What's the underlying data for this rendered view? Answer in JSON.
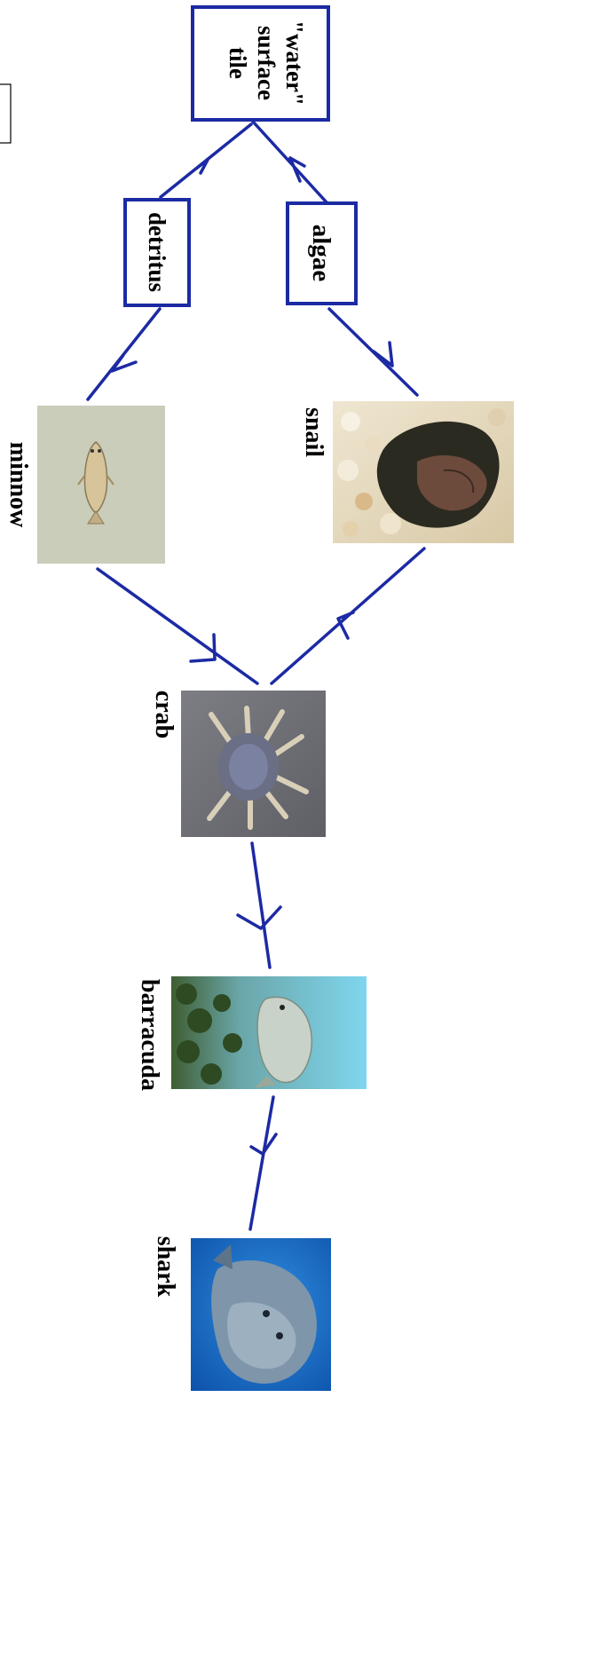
{
  "diagram": {
    "line_color": "#1c2aa3",
    "text_color": "#000000",
    "nodes": {
      "water_surface_tile": {
        "lines": [
          "\"water\"",
          "surface",
          "tile"
        ]
      },
      "algae": {
        "label": "algae"
      },
      "detritus": {
        "label": "detritus"
      },
      "snail": {
        "label": "snail",
        "photo": "snail-photo"
      },
      "minnow": {
        "label": "minnow",
        "photo": "minnow-photo"
      },
      "crab": {
        "label": "crab",
        "photo": "crab-photo"
      },
      "barracuda": {
        "label": "barracuda",
        "photo": "barracuda-photo"
      },
      "shark": {
        "label": "shark",
        "photo": "shark-photo"
      }
    },
    "edges": [
      [
        "water_surface_tile",
        "algae"
      ],
      [
        "water_surface_tile",
        "detritus"
      ],
      [
        "algae",
        "snail"
      ],
      [
        "detritus",
        "minnow"
      ],
      [
        "snail",
        "crab"
      ],
      [
        "minnow",
        "crab"
      ],
      [
        "crab",
        "barracuda"
      ],
      [
        "barracuda",
        "shark"
      ]
    ]
  }
}
